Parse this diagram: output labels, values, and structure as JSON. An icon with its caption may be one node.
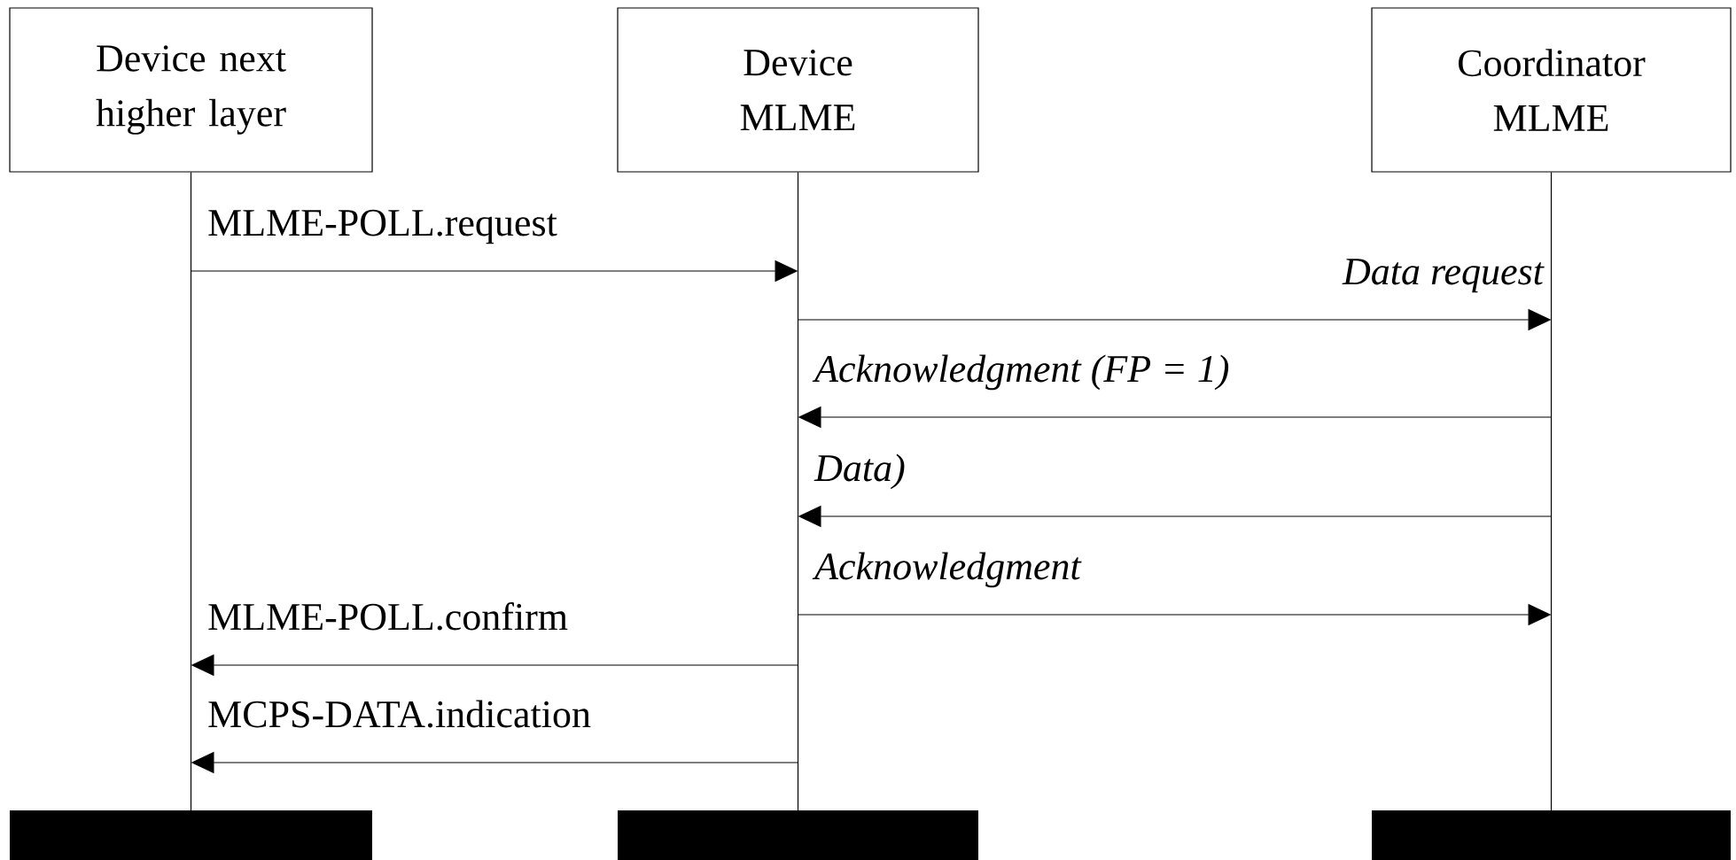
{
  "diagram": {
    "nodes": [
      {
        "text": [
          "Device next higher layer"
        ]
      },
      {
        "text": [
          "Device MLME"
        ]
      },
      {
        "text": [
          "Coordinator MLME"
        ]
      }
    ],
    "edges": [
      {
        "from": 0,
        "to": 1,
        "arrow": "to",
        "label": "MLME-POLL.request"
      },
      {
        "from": 1,
        "to": 2,
        "arrow": "to",
        "label": "Data request"
      },
      {
        "from": 2,
        "to": 1,
        "arrow": "to",
        "label": "Acknowledgment (FP = 1)"
      },
      {
        "from": 2,
        "to": 1,
        "arrow": "to",
        "label": "Data)"
      },
      {
        "from": 1,
        "to": 2,
        "arrow": "to",
        "label": "Acknowledgment"
      },
      {
        "from": 1,
        "to": 0,
        "arrow": "to",
        "label": "MLME-POLL.confirm"
      },
      {
        "from": 1,
        "to": 0,
        "arrow": "to",
        "label": "MCPS-DATA.indication"
      }
    ]
  }
}
